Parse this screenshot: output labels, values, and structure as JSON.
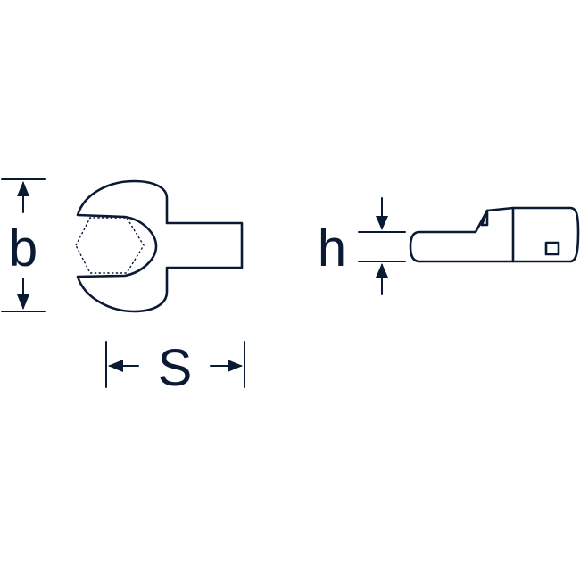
{
  "labels": {
    "b": "b",
    "s": "S",
    "h": "h"
  },
  "colors": {
    "ink": "#0b1a33",
    "background": "#ffffff"
  }
}
